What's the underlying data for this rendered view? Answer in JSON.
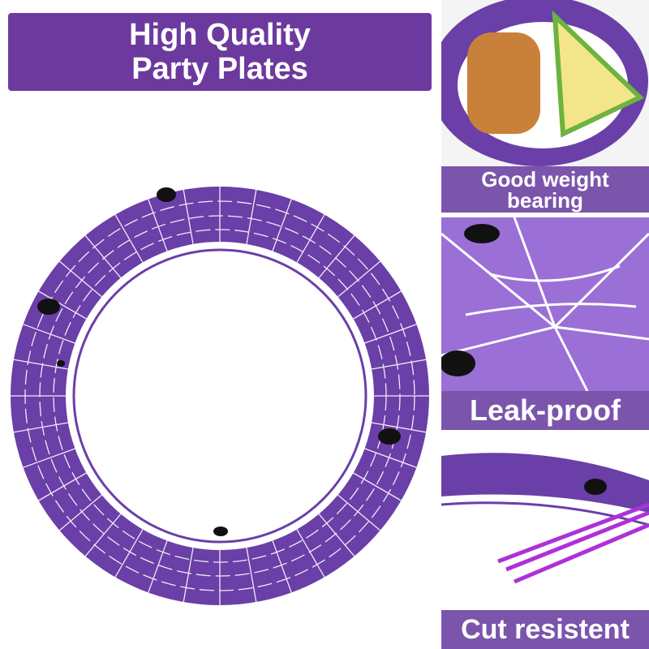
{
  "title": {
    "line1": "High Quality",
    "line2": "Party Plates"
  },
  "features": [
    {
      "label_line1": "Good weight",
      "label_line2": "bearing"
    },
    {
      "label": "Leak-proof"
    },
    {
      "label": "Cut resistent"
    }
  ],
  "colors": {
    "brand": "#6c3a9e",
    "banner": "#7b55ab",
    "plate": "#6a3fa8"
  }
}
